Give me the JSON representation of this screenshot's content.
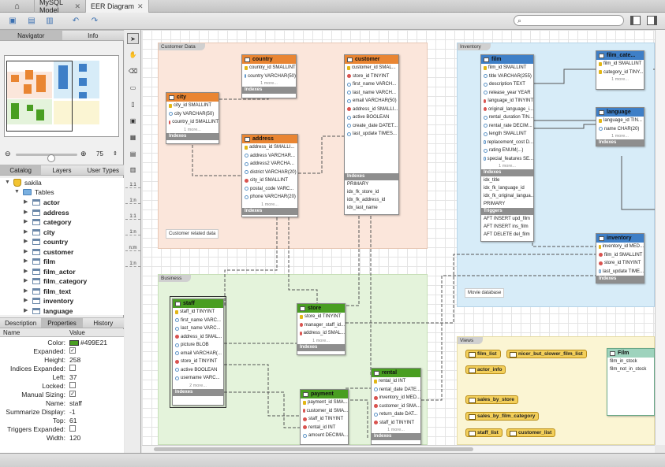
{
  "tabs": {
    "home_icon": "house-icon",
    "items": [
      {
        "label": "MySQL Model"
      },
      {
        "label": "EER Diagram"
      }
    ]
  },
  "left_tabs": {
    "navigator": "Navigator",
    "info": "Info",
    "catalog": "Catalog",
    "layers": "Layers",
    "user_types": "User Types",
    "description": "Description",
    "properties": "Properties",
    "history": "History"
  },
  "zoom": {
    "value": "75"
  },
  "tree": {
    "schema": "sakila",
    "folder": "Tables",
    "tables": [
      "actor",
      "address",
      "category",
      "city",
      "country",
      "customer",
      "film",
      "film_actor",
      "film_category",
      "film_text",
      "inventory",
      "language"
    ]
  },
  "properties": {
    "col_name": "Name",
    "col_value": "Value",
    "rows": [
      {
        "key": "Color:",
        "value": "#499E21",
        "type": "color"
      },
      {
        "key": "Expanded:",
        "value": "✓",
        "type": "check"
      },
      {
        "key": "Height:",
        "value": "258",
        "type": "text"
      },
      {
        "key": "Indices Expanded:",
        "value": "",
        "type": "check"
      },
      {
        "key": "Left:",
        "value": "37",
        "type": "text"
      },
      {
        "key": "Locked:",
        "value": "",
        "type": "check"
      },
      {
        "key": "Manual Sizing:",
        "value": "✓",
        "type": "check"
      },
      {
        "key": "Name:",
        "value": "staff",
        "type": "text"
      },
      {
        "key": "Summarize Display:",
        "value": "-1",
        "type": "text"
      },
      {
        "key": "Top:",
        "value": "61",
        "type": "text"
      },
      {
        "key": "Triggers Expanded:",
        "value": "",
        "type": "check"
      },
      {
        "key": "Width:",
        "value": "120",
        "type": "text"
      }
    ]
  },
  "palette_labels": {
    "r1": "1:1",
    "r2": "1:n",
    "r3": "1:1",
    "r4": "1:n",
    "r5": "n:m",
    "r6": "1:n"
  },
  "layers": {
    "customer_data": "Customer Data",
    "business": "Business",
    "inventory": "Inventory",
    "views": "Views"
  },
  "notes": {
    "customer_related": "Customer related data",
    "movie_database": "Movie database"
  },
  "common": {
    "more": "1 more...",
    "more2": "2 more...",
    "indexes": "Indexes",
    "triggers": "Triggers"
  },
  "tables": {
    "country": {
      "name": "country",
      "fields": [
        "country_id SMALLINT",
        "country VARCHAR(50)"
      ]
    },
    "city": {
      "name": "city",
      "fields": [
        "city_id SMALLINT",
        "city VARCHAR(50)",
        "country_id SMALLINT"
      ]
    },
    "address": {
      "name": "address",
      "fields": [
        "address_id SMALLI...",
        "address VARCHAR...",
        "address2 VARCHA...",
        "district VARCHAR(20)",
        "city_id SMALLINT",
        "postal_code VARC...",
        "phone VARCHAR(20)"
      ]
    },
    "customer": {
      "name": "customer",
      "fields": [
        "customer_id SMAL...",
        "store_id TINYINT",
        "first_name VARCH...",
        "last_name VARCH...",
        "email VARCHAR(50)",
        "address_id SMALLI...",
        "active BOOLEAN",
        "create_date DATET...",
        "last_update TIMES..."
      ],
      "indexes": [
        "PRIMARY",
        "idx_fk_store_id",
        "idx_fk_address_id",
        "idx_last_name"
      ]
    },
    "staff": {
      "name": "staff",
      "fields": [
        "staff_id TINYINT",
        "first_name VARC...",
        "last_name VARC...",
        "address_id SMAL...",
        "picture BLOB",
        "email VARCHAR(...",
        "store_id TINYINT",
        "active BOOLEAN",
        "username VARC..."
      ]
    },
    "store": {
      "name": "store",
      "fields": [
        "store_id TINYINT",
        "manager_staff_id...",
        "address_id SMAL..."
      ]
    },
    "payment": {
      "name": "payment",
      "fields": [
        "payment_id SMA...",
        "customer_id SMA...",
        "staff_id TINYINT",
        "rental_id INT",
        "amount DECIMA..."
      ]
    },
    "rental": {
      "name": "rental",
      "fields": [
        "rental_id INT",
        "rental_date DATE...",
        "inventory_id MED...",
        "customer_id SMA...",
        "return_date DAT...",
        "staff_id TINYINT"
      ]
    },
    "film": {
      "name": "film",
      "fields": [
        "film_id SMALLINT",
        "title VARCHAR(255)",
        "description TEXT",
        "release_year YEAR",
        "language_id TINYINT",
        "original_language_i...",
        "rental_duration TIN...",
        "rental_rate DECIM...",
        "length SMALLINT",
        "replacement_cost D...",
        "rating ENUM(...)",
        "special_features SE..."
      ],
      "indexes": [
        "idx_title",
        "idx_fk_language_id",
        "idx_fk_original_langua...",
        "PRIMARY"
      ],
      "triggers": [
        "AFT INSERT upd_film",
        "AFT INSERT ins_film",
        "AFT DELETE del_film"
      ]
    },
    "film_category": {
      "name": "film_cate...",
      "fields": [
        "film_id SMALLINT",
        "category_id TINY..."
      ]
    },
    "language": {
      "name": "language",
      "fields": [
        "language_id TIN...",
        "name CHAR(20)"
      ]
    },
    "inventory": {
      "name": "inventory",
      "fields": [
        "inventory_id MED...",
        "film_id SMALLINT",
        "store_id TINYINT",
        "last_update TIME..."
      ]
    }
  },
  "views": [
    "film_list",
    "nicer_but_slower_film_list",
    "actor_info",
    "sales_by_store",
    "sales_by_film_category",
    "staff_list",
    "customer_list"
  ],
  "film_group": {
    "name": "Film",
    "items": [
      "film_in_stock",
      "film_not_in_stock"
    ]
  },
  "colors": {
    "orange": "#E98532",
    "green": "#499E21",
    "blue": "#3E7FC7",
    "gray": "#6d6d6d",
    "customer_layer": "#FBE6DB",
    "business_layer": "#E4F3DB",
    "inventory_layer": "#D7ECF8",
    "views_layer": "#FBF5D3"
  }
}
